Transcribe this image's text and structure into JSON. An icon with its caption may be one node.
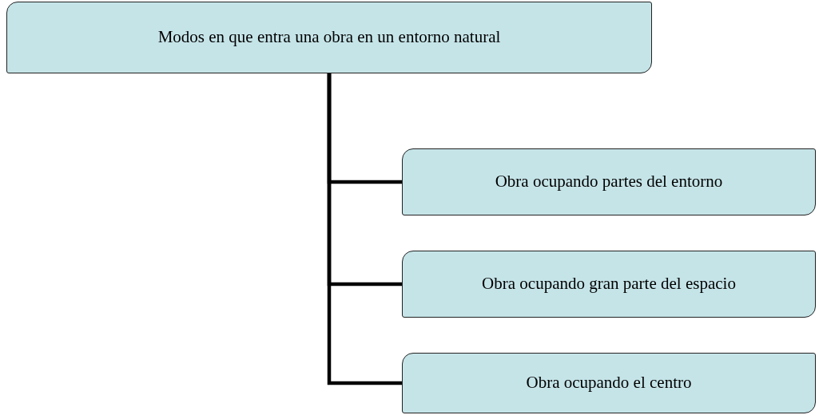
{
  "diagram": {
    "nodes": [
      {
        "text": [
          "Modos en que entra una obra en un entorno natural"
        ]
      },
      {
        "text": [
          "Obra ocupando partes del entorno"
        ]
      },
      {
        "text": [
          "Obra ocupando gran parte del espacio"
        ]
      },
      {
        "text": [
          "Obra ocupando el centro"
        ]
      }
    ],
    "edges": [
      {
        "from": 0,
        "to": 1,
        "arrow": "none"
      },
      {
        "from": 0,
        "to": 2,
        "arrow": "none"
      },
      {
        "from": 0,
        "to": 3,
        "arrow": "none"
      }
    ]
  }
}
